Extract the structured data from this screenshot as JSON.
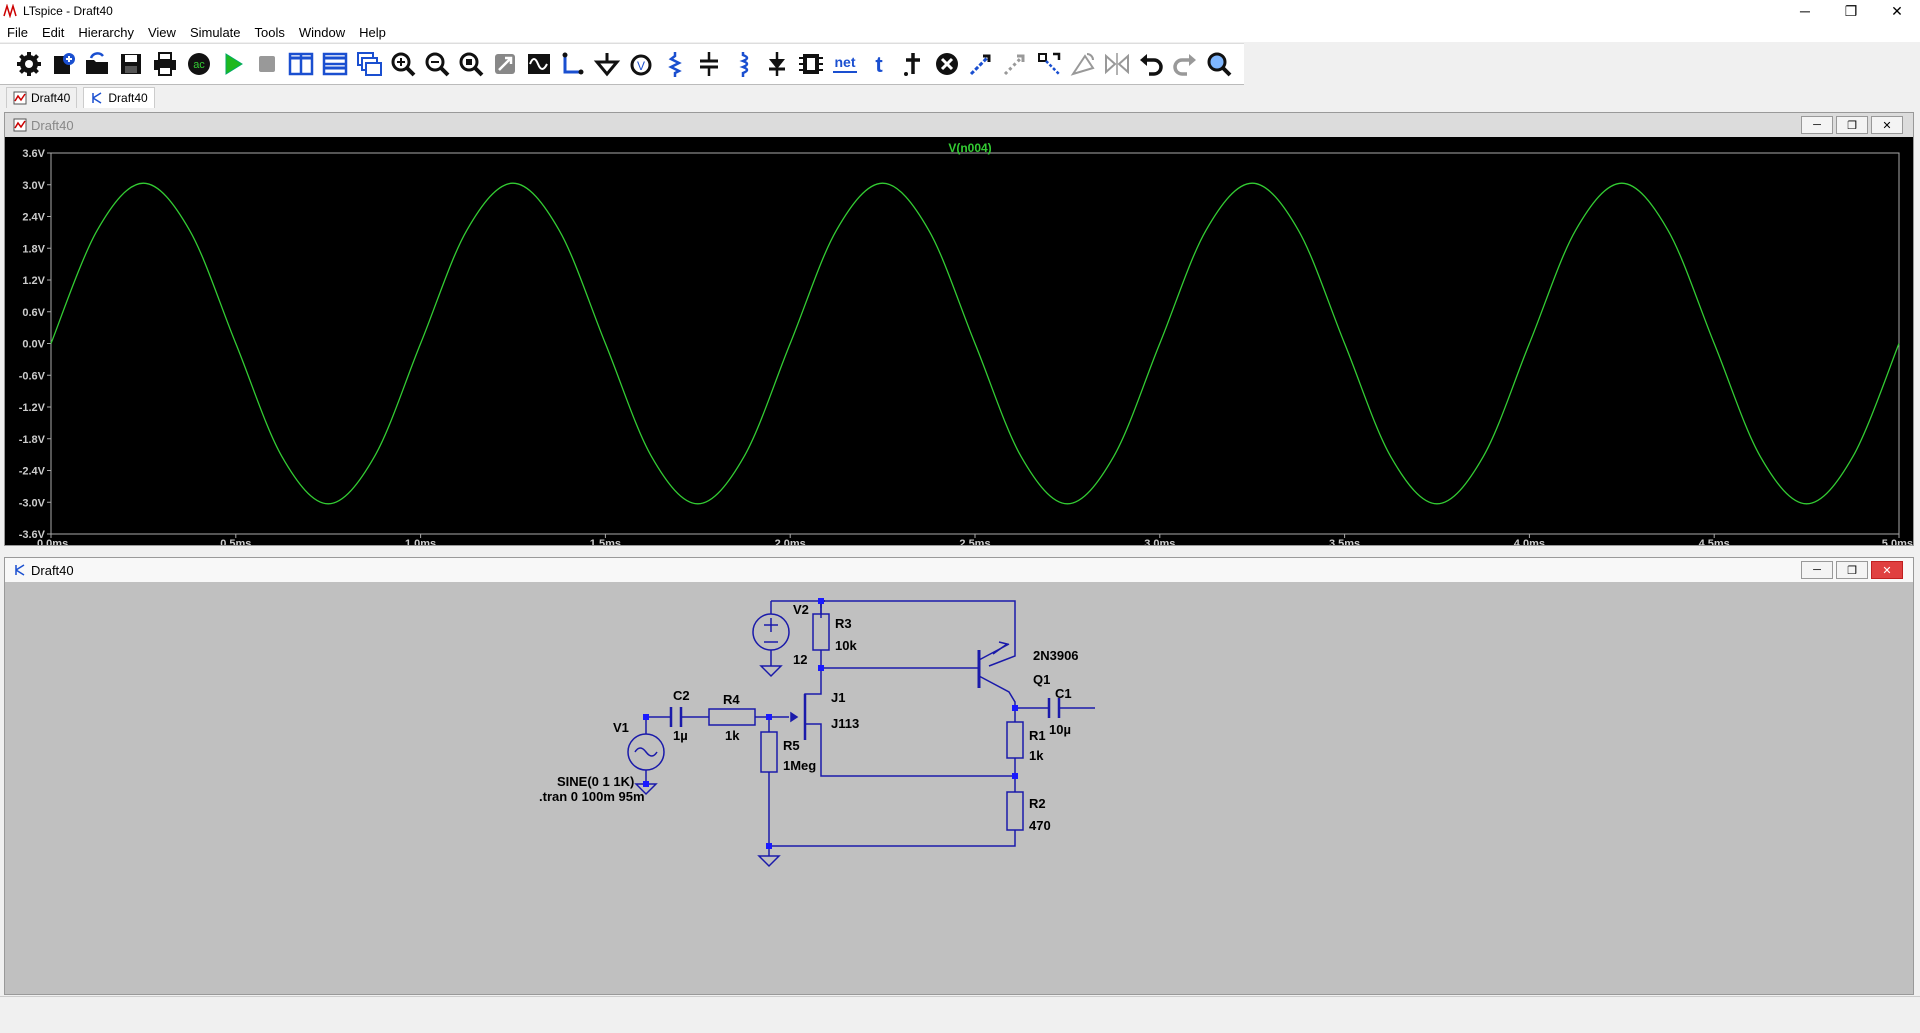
{
  "window": {
    "title": "LTspice - Draft40",
    "minimize": "─",
    "maximize": "❐",
    "close": "✕"
  },
  "menu": [
    "File",
    "Edit",
    "Hierarchy",
    "View",
    "Simulate",
    "Tools",
    "Window",
    "Help"
  ],
  "toolbar_icons": [
    "gear-icon",
    "new-schematic-icon",
    "open-icon",
    "save-icon",
    "print-icon",
    "ac-analysis-icon",
    "run-icon",
    "halt-icon",
    "tile-vertical-icon",
    "tile-horizontal-icon",
    "cascade-icon",
    "zoom-in-icon",
    "zoom-out-icon",
    "zoom-fit-icon",
    "zoom-full-icon",
    "waveform-icon",
    "wire-icon",
    "ground-icon",
    "label-net-icon",
    "resistor-icon",
    "capacitor-icon",
    "inductor-icon",
    "diode-icon",
    "component-icon",
    "net-label-icon",
    "text-icon",
    "spice-directive-icon",
    "delete-icon",
    "duplicate-icon",
    "move-icon",
    "drag-icon",
    "rotate-icon",
    "mirror-icon",
    "undo-icon",
    "redo-icon",
    "find-icon"
  ],
  "toolbar_text": {
    "ac": "ac",
    "net": "net",
    "text": "t"
  },
  "tabs": [
    {
      "label": "Draft40",
      "kind": "waveform"
    },
    {
      "label": "Draft40",
      "kind": "schematic"
    }
  ],
  "waveform_pane": {
    "title": "Draft40",
    "trace_label": "V(n004)"
  },
  "schematic_pane": {
    "title": "Draft40"
  },
  "colors": {
    "trace": "#33cc33",
    "plot_bg": "#000000",
    "axis_text": "#cccccc",
    "wire": "#1a1aaa",
    "node": "#1a1aff",
    "schematic_bg": "#c0c0c0"
  },
  "chart_data": {
    "type": "line",
    "title": "V(n004)",
    "xlabel": "",
    "ylabel": "",
    "xlim": [
      0,
      5.0
    ],
    "ylim": [
      -3.6,
      3.6
    ],
    "x_ticks": [
      "0.0ms",
      "0.5ms",
      "1.0ms",
      "1.5ms",
      "2.0ms",
      "2.5ms",
      "3.0ms",
      "3.5ms",
      "4.0ms",
      "4.5ms",
      "5.0ms"
    ],
    "y_ticks": [
      "3.6V",
      "3.0V",
      "2.4V",
      "1.8V",
      "1.2V",
      "0.6V",
      "0.0V",
      "-0.6V",
      "-1.2V",
      "-1.8V",
      "-2.4V",
      "-3.0V",
      "-3.6V"
    ],
    "grid": false,
    "series": [
      {
        "name": "V(n004)",
        "x": [
          0,
          0.125,
          0.25,
          0.375,
          0.5,
          0.625,
          0.75,
          0.875,
          1.0,
          1.125,
          1.25,
          1.375,
          1.5,
          1.625,
          1.75,
          1.875,
          2.0,
          2.125,
          2.25,
          2.375,
          2.5,
          2.625,
          2.75,
          2.875,
          3.0,
          3.125,
          3.25,
          3.375,
          3.5,
          3.625,
          3.75,
          3.875,
          4.0,
          4.125,
          4.25,
          4.375,
          4.5,
          4.625,
          4.75,
          4.875,
          5.0
        ],
        "y": [
          0,
          2.14,
          3.03,
          2.14,
          0,
          -2.14,
          -3.03,
          -2.14,
          0,
          2.14,
          3.03,
          2.14,
          0,
          -2.14,
          -3.03,
          -2.14,
          0,
          2.14,
          3.03,
          2.14,
          0,
          -2.14,
          -3.03,
          -2.14,
          0,
          2.14,
          3.03,
          2.14,
          0,
          -2.14,
          -3.03,
          -2.14,
          0,
          2.14,
          3.03,
          2.14,
          0,
          -2.14,
          -3.03,
          -2.14,
          0
        ]
      }
    ]
  },
  "schematic": {
    "V2": {
      "name": "V2",
      "value": "12"
    },
    "R3": {
      "name": "R3",
      "value": "10k"
    },
    "Q1": {
      "name": "Q1",
      "model": "2N3906"
    },
    "J1": {
      "name": "J1",
      "model": "J113"
    },
    "C1": {
      "name": "C1",
      "value": "10µ"
    },
    "C2": {
      "name": "C2",
      "value": "1µ"
    },
    "R4": {
      "name": "R4",
      "value": "1k"
    },
    "R5": {
      "name": "R5",
      "value": "1Meg"
    },
    "R1": {
      "name": "R1",
      "value": "1k"
    },
    "R2": {
      "name": "R2",
      "value": "470"
    },
    "V1": {
      "name": "V1",
      "value": "SINE(0 1 1K)"
    },
    "directive": ".tran 0 100m 95m"
  }
}
